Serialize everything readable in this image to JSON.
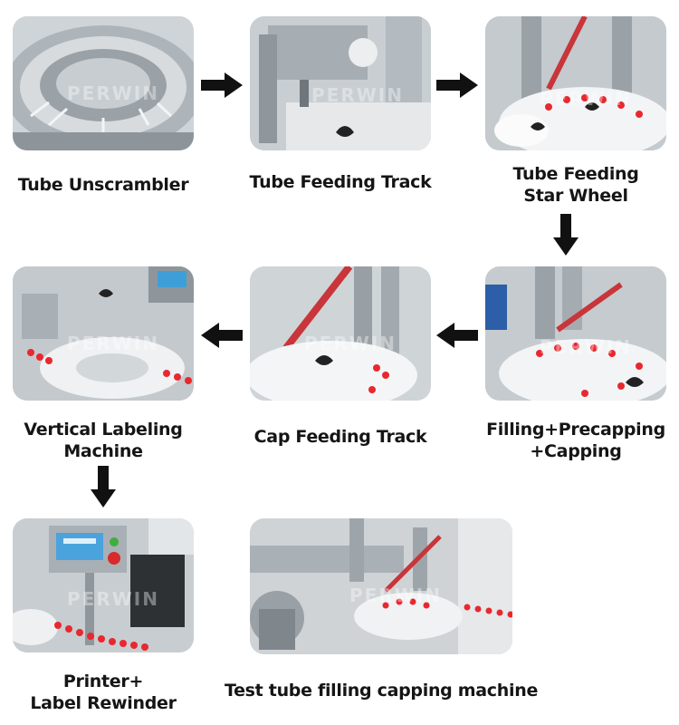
{
  "watermark": "PERWIN",
  "steps": {
    "s1": {
      "label": "Tube Unscrambler"
    },
    "s2": {
      "label": "Tube Feeding Track"
    },
    "s3": {
      "line1": "Tube Feeding",
      "line2": "Star Wheel"
    },
    "s4": {
      "line1": "Filling+Precapping",
      "line2": "+Capping"
    },
    "s5": {
      "label": "Cap Feeding Track"
    },
    "s6": {
      "line1": "Vertical Labeling",
      "line2": "Machine"
    },
    "s7": {
      "line1": "Printer+",
      "line2": "Label Rewinder"
    },
    "s8": {
      "label": "Test tube filling capping machine"
    }
  },
  "colors": {
    "accent_red": "#e8282f",
    "machine_gray": "#b9bfc4",
    "arrow": "#111111"
  }
}
